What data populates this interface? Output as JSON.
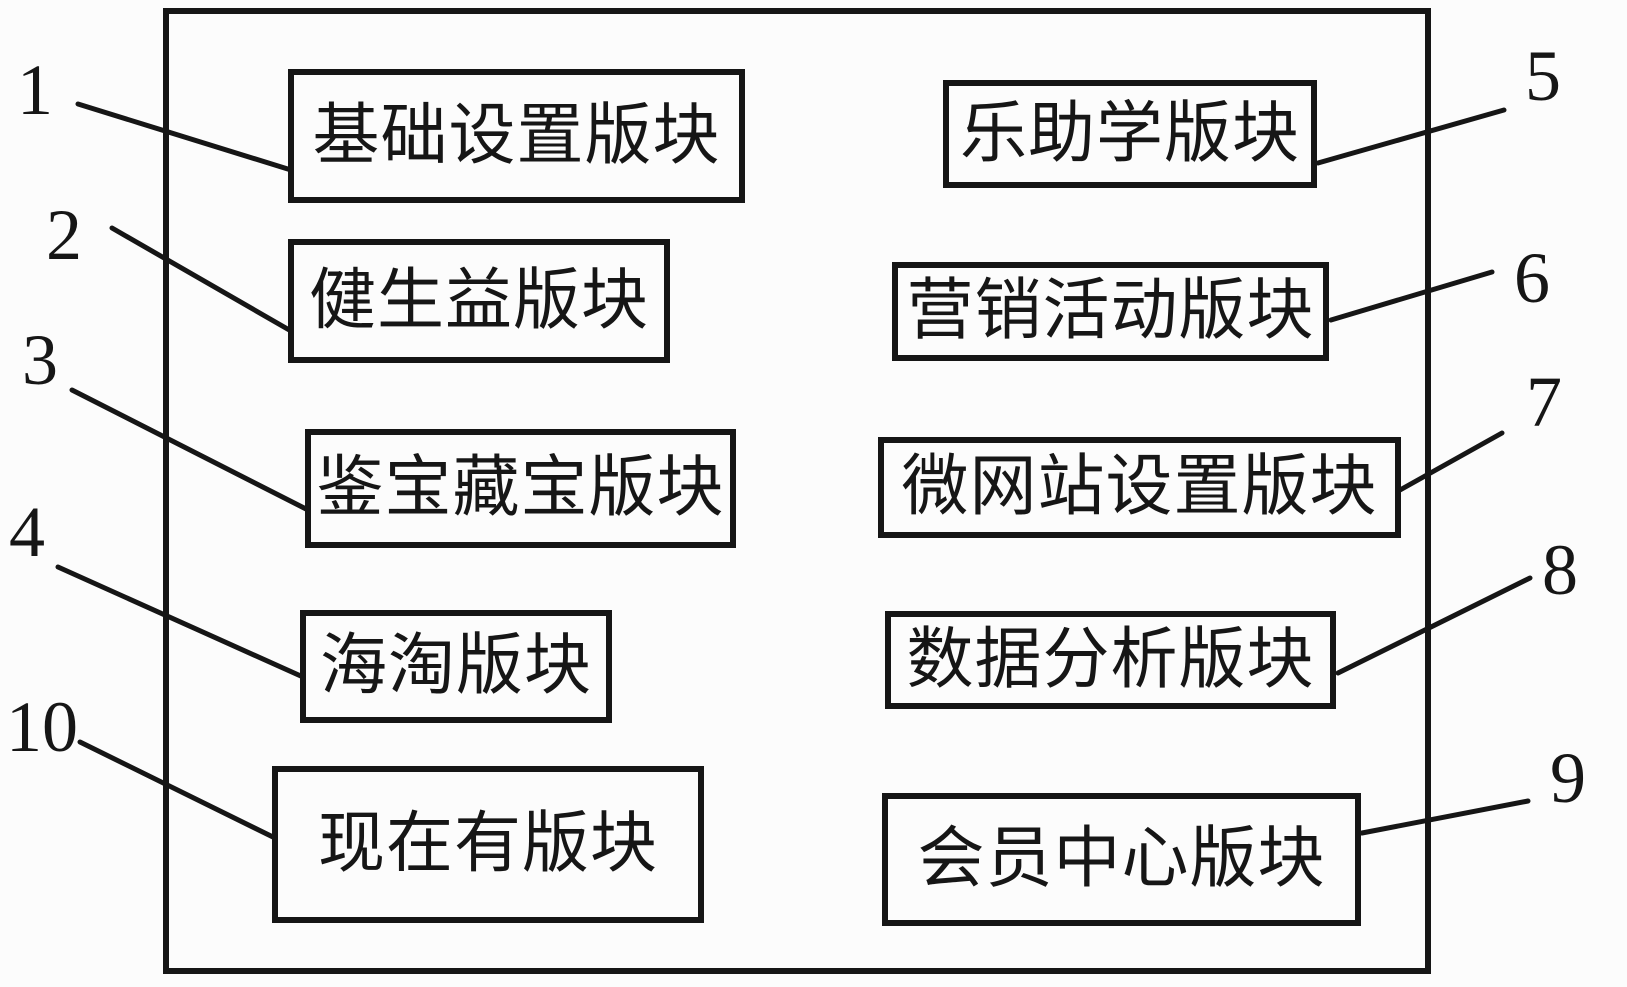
{
  "figure": {
    "description": "Block diagram of a system composed of numbered modules inside an outer frame",
    "colors": {
      "stroke": "#161616",
      "background": "#fcfcfc"
    },
    "modules_left": [
      {
        "number": "1",
        "label": "基础设置版块"
      },
      {
        "number": "2",
        "label": "健生益版块"
      },
      {
        "number": "3",
        "label": "鉴宝藏宝版块"
      },
      {
        "number": "4",
        "label": "海淘版块"
      },
      {
        "number": "10",
        "label": "现在有版块"
      }
    ],
    "modules_right": [
      {
        "number": "5",
        "label": "乐助学版块"
      },
      {
        "number": "6",
        "label": "营销活动版块"
      },
      {
        "number": "7",
        "label": "微网站设置版块"
      },
      {
        "number": "8",
        "label": "数据分析版块"
      },
      {
        "number": "9",
        "label": "会员中心版块"
      }
    ]
  }
}
